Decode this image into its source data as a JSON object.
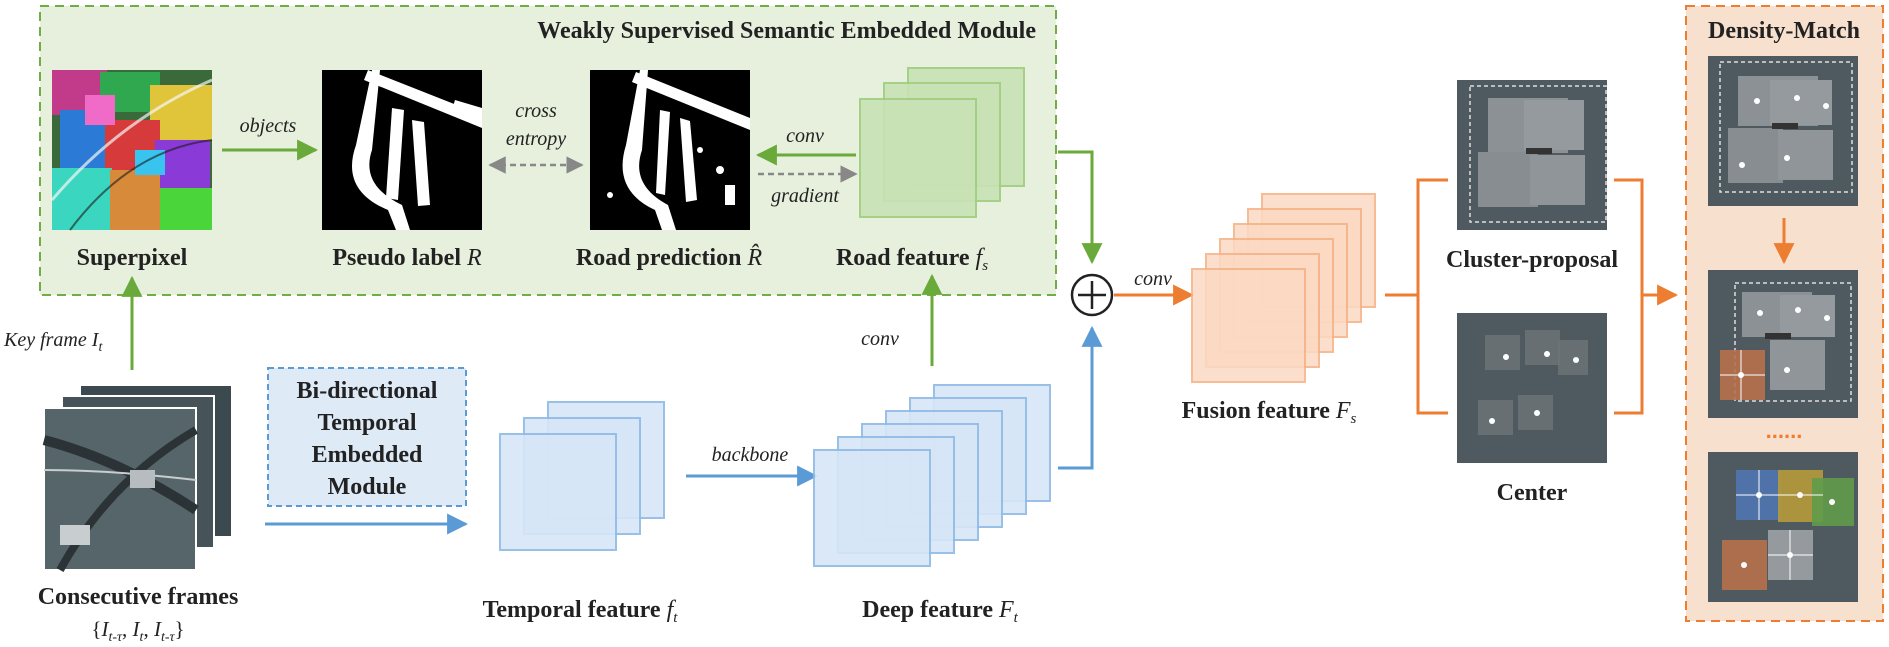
{
  "wssem": {
    "title": "Weakly Supervised Semantic Embedded Module"
  },
  "density_match": {
    "title": "Density-Match",
    "ellipsis": "......"
  },
  "labels": {
    "superpixel": "Superpixel",
    "pseudo_label": "Pseudo label",
    "pseudo_label_var": "R",
    "road_prediction": "Road prediction",
    "road_prediction_var": "R̂",
    "road_feature": "Road feature",
    "road_feature_var": "f",
    "road_feature_sub": "s",
    "cluster_proposal": "Cluster-proposal",
    "center": "Center",
    "fusion_feature": "Fusion feature",
    "fusion_feature_var": "F",
    "fusion_feature_sub": "s",
    "consecutive_frames": "Consecutive frames",
    "temporal_feature": "Temporal feature",
    "temporal_feature_var": "f",
    "temporal_feature_sub": "t",
    "deep_feature": "Deep feature",
    "deep_feature_var": "F",
    "deep_feature_sub": "t",
    "key_frame": "Key frame",
    "key_frame_var": "I",
    "key_frame_sub": "t"
  },
  "frames_set": {
    "open": "{",
    "i1": "I",
    "s1": "t-τ",
    "comma1": ", ",
    "i2": "I",
    "s2": "t",
    "comma2": ", ",
    "i3": "I",
    "s3": "t-τ",
    "close": "}"
  },
  "bte_module": {
    "line1": "Bi-directional",
    "line2": "Temporal",
    "line3": "Embedded",
    "line4": "Module"
  },
  "edges": {
    "objects": "objects",
    "cross": "cross",
    "entropy": "entropy",
    "conv_road": "conv",
    "gradient": "gradient",
    "conv_fuse": "conv",
    "conv_deep": "conv",
    "backbone": "backbone"
  },
  "colors": {
    "green_accent": "#7cb342",
    "green_fill": "#e6f0dc",
    "blue_accent": "#5b9bd5",
    "blue_fill": "#dfeaf7",
    "orange_accent": "#ed7d31",
    "orange_fill": "#f8e0cf"
  }
}
